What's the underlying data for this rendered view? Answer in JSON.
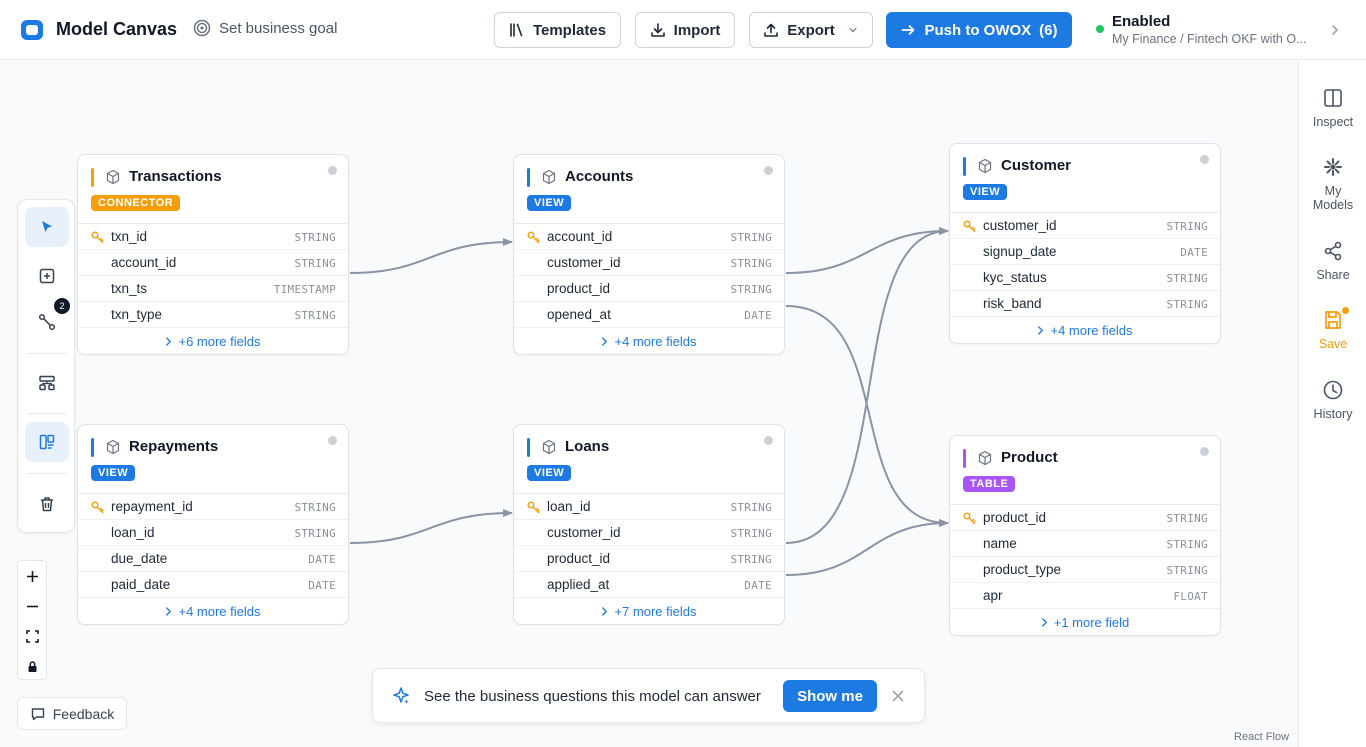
{
  "header": {
    "app_title": "Model Canvas",
    "goal_label": "Set business goal",
    "templates_label": "Templates",
    "import_label": "Import",
    "export_label": "Export",
    "push_label": "Push to OWOX",
    "push_count": "(6)",
    "status_title": "Enabled",
    "status_subtitle": "My Finance / Fintech OKF with O..."
  },
  "rail": {
    "inspect": "Inspect",
    "my_models_1": "My",
    "my_models_2": "Models",
    "share": "Share",
    "save": "Save",
    "history": "History"
  },
  "nodes": [
    {
      "id": "transactions",
      "title": "Transactions",
      "badge": "CONNECTOR",
      "accent": "#f59e0b",
      "fields": [
        {
          "name": "txn_id",
          "type": "STRING",
          "key": true
        },
        {
          "name": "account_id",
          "type": "STRING",
          "key": false
        },
        {
          "name": "txn_ts",
          "type": "TIMESTAMP",
          "key": false
        },
        {
          "name": "txn_type",
          "type": "STRING",
          "key": false
        }
      ],
      "more": "+6 more fields"
    },
    {
      "id": "accounts",
      "title": "Accounts",
      "badge": "VIEW",
      "accent": "#1e7ae3",
      "fields": [
        {
          "name": "account_id",
          "type": "STRING",
          "key": true
        },
        {
          "name": "customer_id",
          "type": "STRING",
          "key": false
        },
        {
          "name": "product_id",
          "type": "STRING",
          "key": false
        },
        {
          "name": "opened_at",
          "type": "DATE",
          "key": false
        }
      ],
      "more": "+4 more fields"
    },
    {
      "id": "customer",
      "title": "Customer",
      "badge": "VIEW",
      "accent": "#1e7ae3",
      "fields": [
        {
          "name": "customer_id",
          "type": "STRING",
          "key": true
        },
        {
          "name": "signup_date",
          "type": "DATE",
          "key": false
        },
        {
          "name": "kyc_status",
          "type": "STRING",
          "key": false
        },
        {
          "name": "risk_band",
          "type": "STRING",
          "key": false
        }
      ],
      "more": "+4 more fields"
    },
    {
      "id": "repayments",
      "title": "Repayments",
      "badge": "VIEW",
      "accent": "#1e7ae3",
      "fields": [
        {
          "name": "repayment_id",
          "type": "STRING",
          "key": true
        },
        {
          "name": "loan_id",
          "type": "STRING",
          "key": false
        },
        {
          "name": "due_date",
          "type": "DATE",
          "key": false
        },
        {
          "name": "paid_date",
          "type": "DATE",
          "key": false
        }
      ],
      "more": "+4 more fields"
    },
    {
      "id": "loans",
      "title": "Loans",
      "badge": "VIEW",
      "accent": "#1e7ae3",
      "fields": [
        {
          "name": "loan_id",
          "type": "STRING",
          "key": true
        },
        {
          "name": "customer_id",
          "type": "STRING",
          "key": false
        },
        {
          "name": "product_id",
          "type": "STRING",
          "key": false
        },
        {
          "name": "applied_at",
          "type": "DATE",
          "key": false
        }
      ],
      "more": "+7 more fields"
    },
    {
      "id": "product",
      "title": "Product",
      "badge": "TABLE",
      "accent": "#a855f7",
      "fields": [
        {
          "name": "product_id",
          "type": "STRING",
          "key": true
        },
        {
          "name": "name",
          "type": "STRING",
          "key": false
        },
        {
          "name": "product_type",
          "type": "STRING",
          "key": false
        },
        {
          "name": "apr",
          "type": "FLOAT",
          "key": false
        }
      ],
      "more": "+1 more field"
    }
  ],
  "toolbar": {
    "connect_badge": "2"
  },
  "tip": {
    "text": "See the business questions this model can answer",
    "button": "Show me"
  },
  "feedback_label": "Feedback",
  "credit": "React Flow"
}
